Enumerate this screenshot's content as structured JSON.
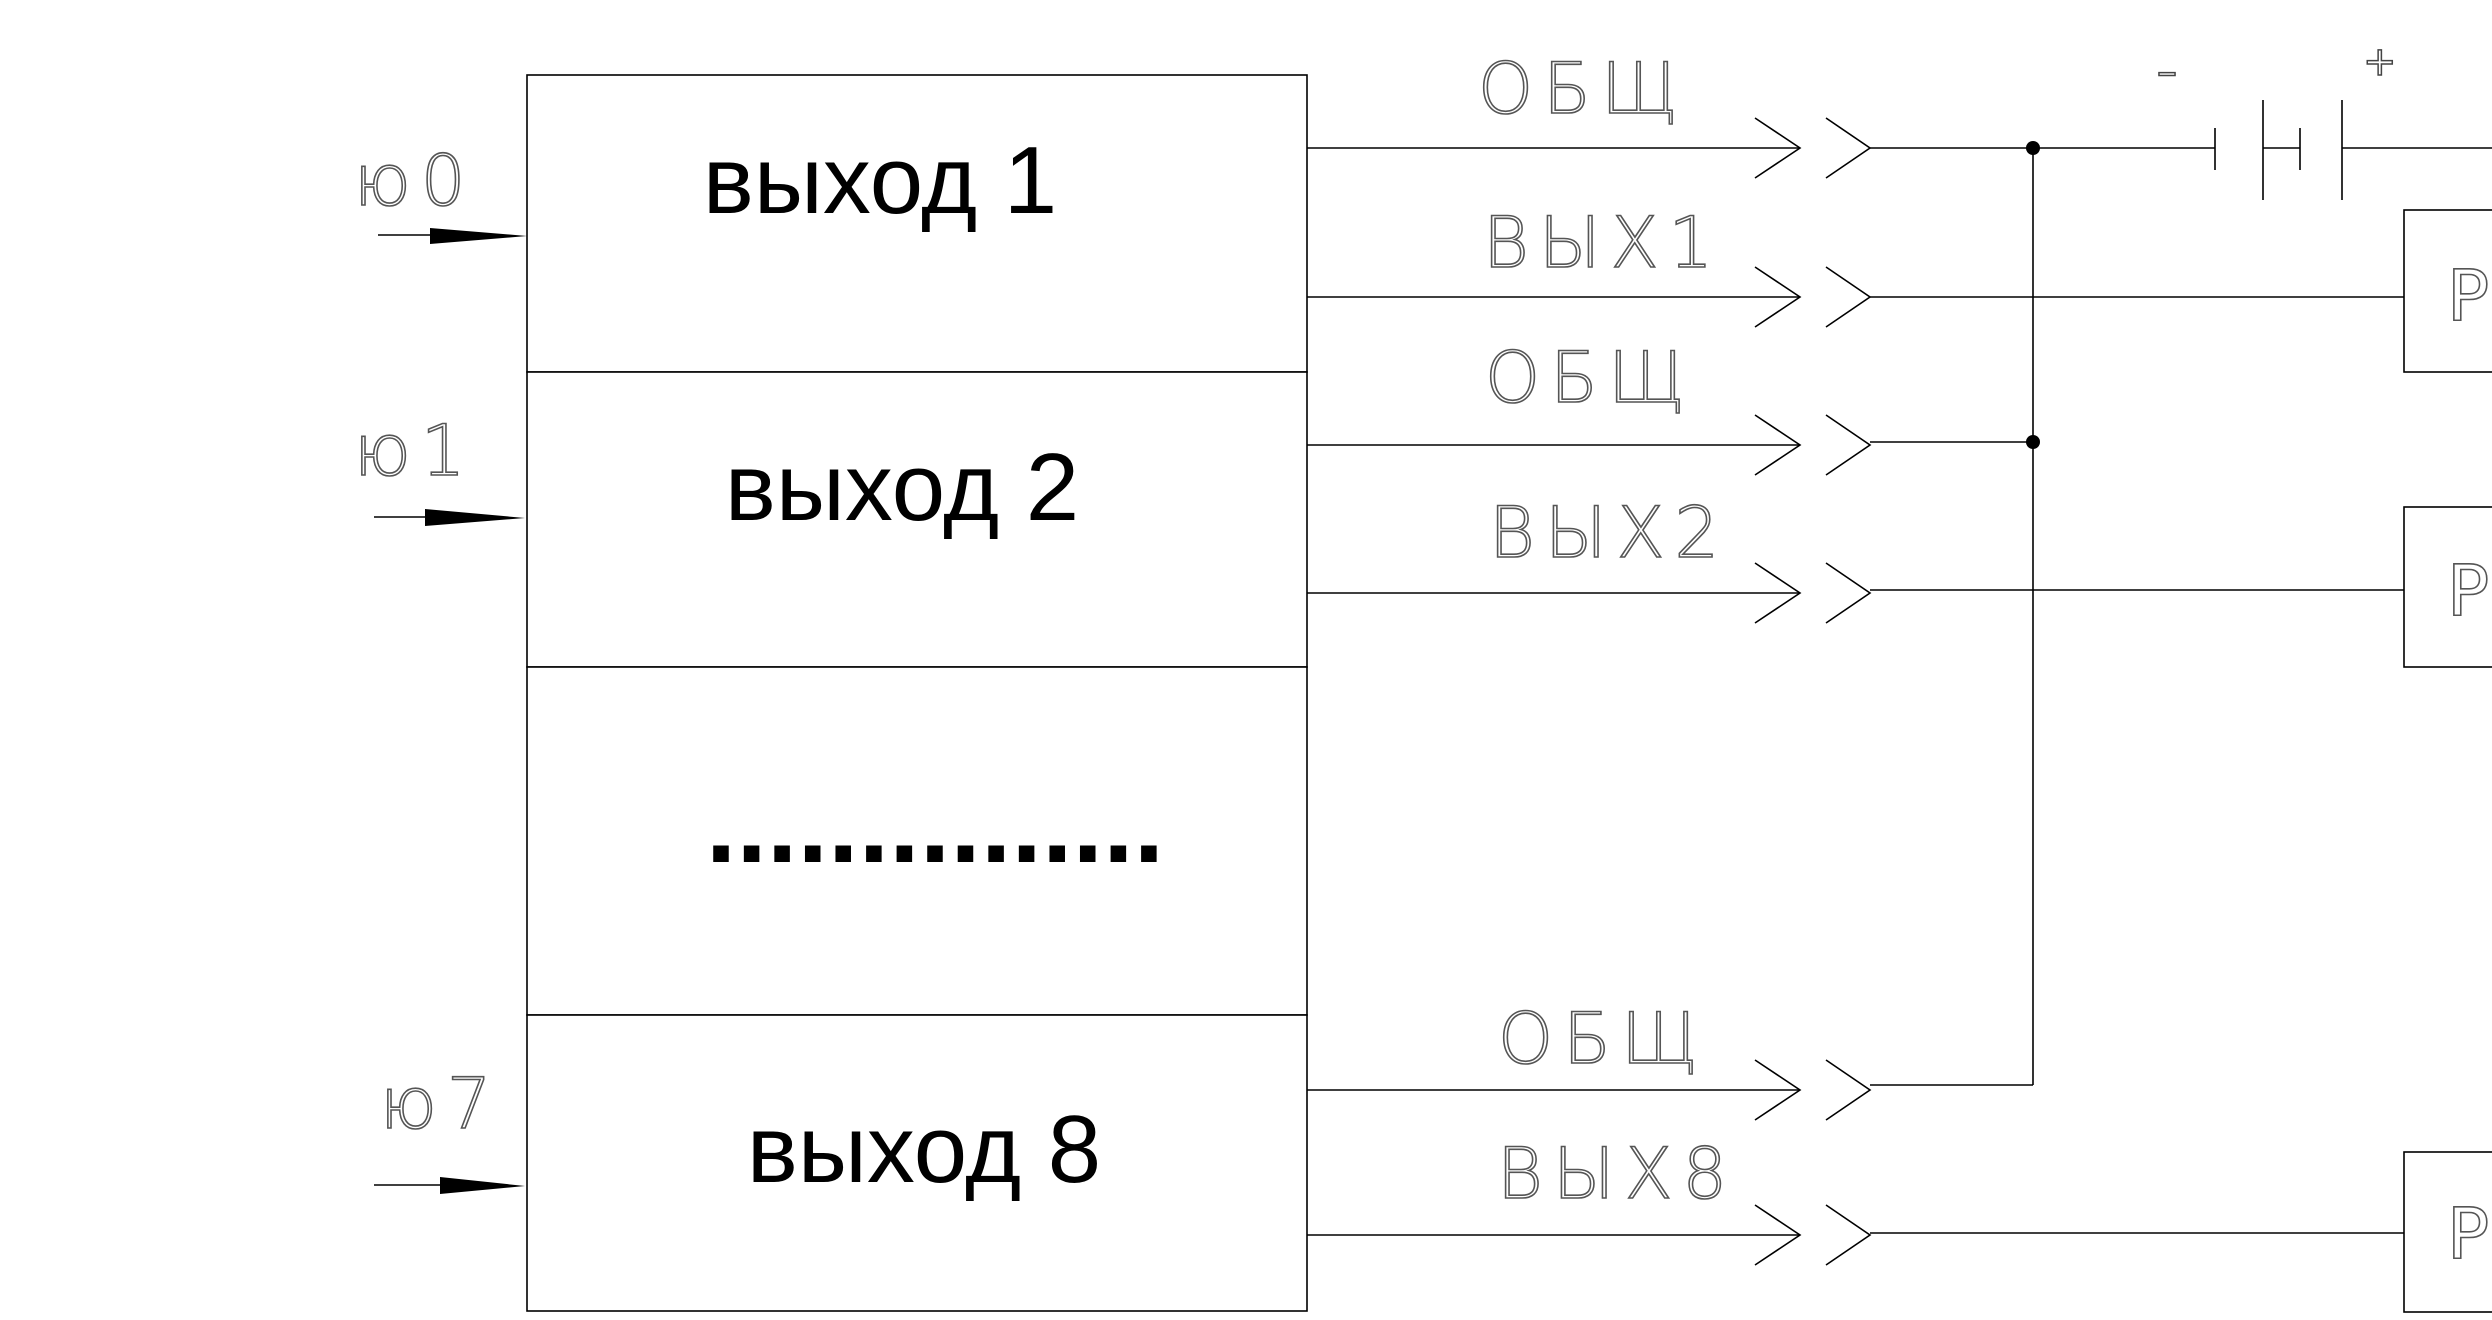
{
  "module": {
    "sections": [
      {
        "label": "выход 1"
      },
      {
        "label": "выход 2"
      },
      {
        "label": "..............."
      },
      {
        "label": "выход 8"
      }
    ]
  },
  "inputs": [
    {
      "label": "ю0"
    },
    {
      "label": "ю1"
    },
    {
      "label": "ю7"
    }
  ],
  "connectors": [
    {
      "label": "ОБЩ"
    },
    {
      "label": "ВЫХ1"
    },
    {
      "label": "ОБЩ"
    },
    {
      "label": "ВЫХ2"
    },
    {
      "label": "ОБЩ"
    },
    {
      "label": "ВЫХ8"
    }
  ],
  "battery": {
    "minus_label": "–",
    "plus_label": "+"
  },
  "relays": [
    {
      "label": "Р"
    },
    {
      "label": "Р"
    },
    {
      "label": "Р"
    }
  ]
}
